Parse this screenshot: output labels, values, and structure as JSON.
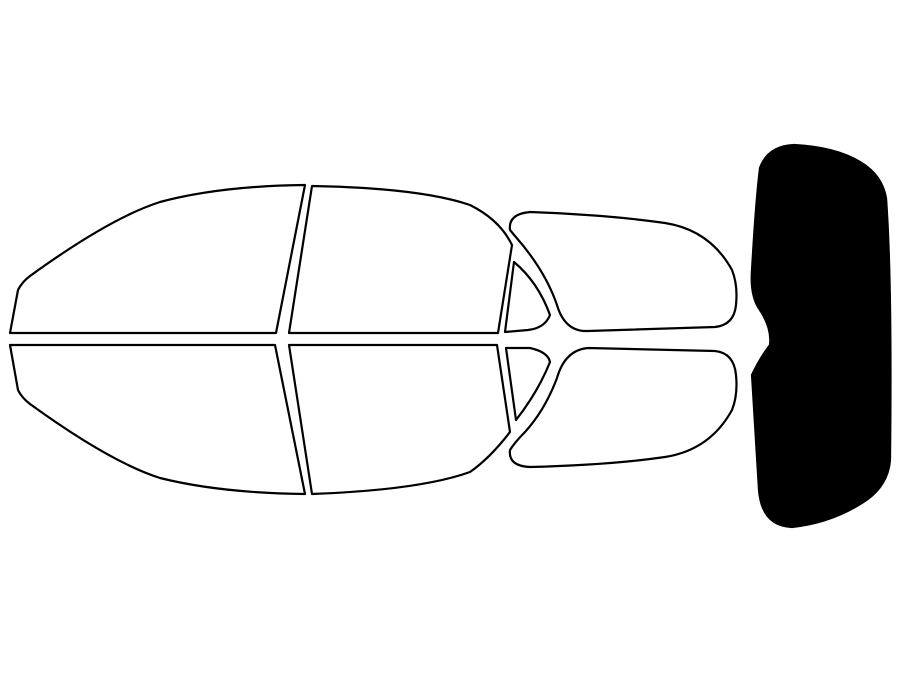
{
  "diagram": {
    "colors": {
      "background": "#ffffff",
      "outline": "#000000",
      "tinted_fill": "#000000"
    },
    "panels": [
      {
        "id": "windshield-top-half",
        "tinted": false
      },
      {
        "id": "front-door-window-top",
        "tinted": false
      },
      {
        "id": "rear-vent-window-top",
        "tinted": false
      },
      {
        "id": "rear-quarter-window-top",
        "tinted": false
      },
      {
        "id": "windshield-bottom-half",
        "tinted": false
      },
      {
        "id": "front-door-window-bottom",
        "tinted": false
      },
      {
        "id": "rear-vent-window-bottom",
        "tinted": false
      },
      {
        "id": "rear-quarter-window-bottom",
        "tinted": false
      },
      {
        "id": "rear-windshield",
        "tinted": true
      }
    ]
  }
}
